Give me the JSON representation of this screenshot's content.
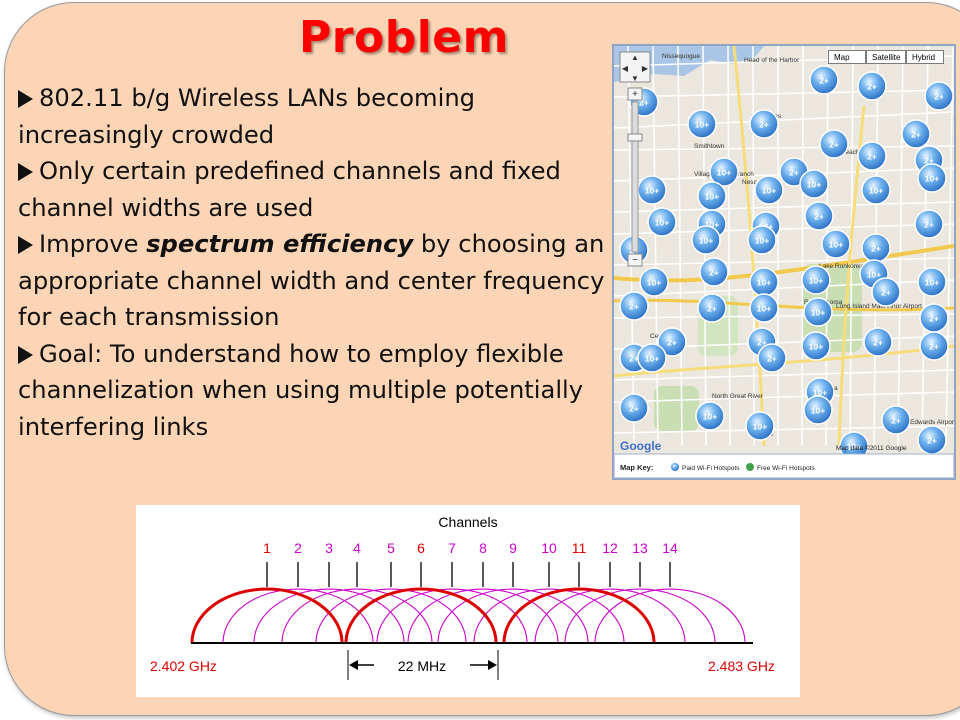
{
  "slide": {
    "title": "Problem",
    "bullets": [
      {
        "text": "802.11 b/g Wireless LANs becoming increasingly crowded"
      },
      {
        "text": "Only certain predefined channels and fixed channel widths are used"
      },
      {
        "pre": "Improve ",
        "emph": "spectrum efficiency",
        "post": " by choosing an appropriate channel width and center frequency for each transmission"
      },
      {
        "text": "Goal: To understand how to employ flexible channelization when using multiple potentially interfering links"
      }
    ]
  },
  "map": {
    "buttons": [
      "Map",
      "Satellite",
      "Hybrid"
    ],
    "places": [
      "Nissequogue",
      "Head of the Harbor",
      "St James",
      "Smithtown",
      "Village of the Branch",
      "Nesconset",
      "Centereach",
      "Lake Ronkonkoma",
      "Ronkonkoma",
      "Central Islip",
      "Long Island MacArthur Airport",
      "Bohemia",
      "North Great River",
      "Oakdale",
      "Edwards Airport"
    ],
    "cluster_labels": [
      "2+",
      "10+"
    ],
    "copyright": "Map data ©2011 Google",
    "key_label": "Map Key:",
    "key_paid": "Paid Wi-Fi Hotspots",
    "key_free": "Free Wi-Fi Hotspots",
    "logo": "Google"
  },
  "chart_data": {
    "type": "diagram",
    "title": "Channels",
    "channels": [
      "1",
      "2",
      "3",
      "4",
      "5",
      "6",
      "7",
      "8",
      "9",
      "10",
      "11",
      "12",
      "13",
      "14"
    ],
    "highlighted_channels": [
      "1",
      "6",
      "11"
    ],
    "start_label": "2.402 GHz",
    "end_label": "2.483 GHz",
    "width_label": "22 MHz",
    "colors": {
      "highlight": "#dd0000",
      "other": "#cc00cc",
      "text": "#000000"
    }
  }
}
